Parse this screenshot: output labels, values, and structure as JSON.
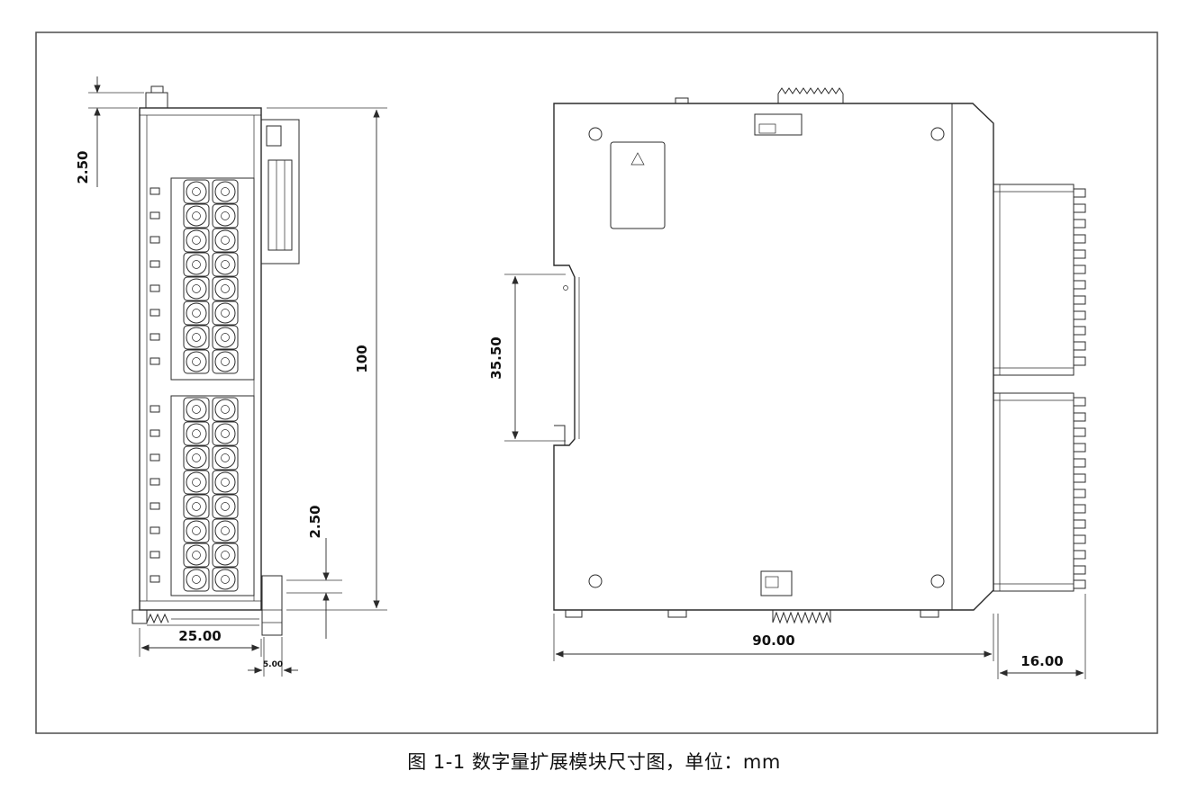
{
  "figure": {
    "caption": "图 1-1 数字量扩展模块尺寸图，单位：mm"
  },
  "dimensions": {
    "top_offset": "2.50",
    "height": "100",
    "bottom_offset": "2.50",
    "front_width": "25.00",
    "clip_depth": "5.00",
    "din_rail": "35.50",
    "side_depth": "90.00",
    "connector_depth": "16.00"
  },
  "colors": {
    "line": "#2b2b2b",
    "frame_border": "#4d4d4d",
    "background": "#ffffff"
  }
}
